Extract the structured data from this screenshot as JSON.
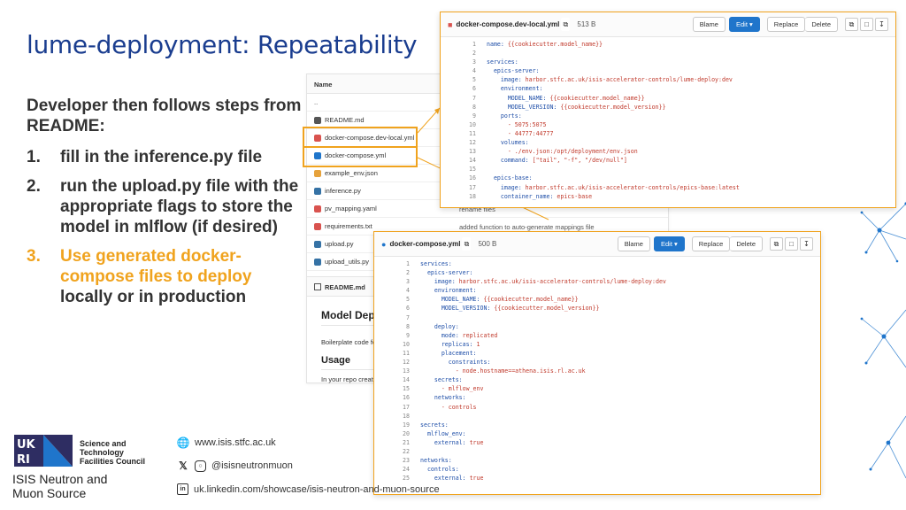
{
  "slide": {
    "title": "lume-deployment: Repeatability",
    "intro": "Developer then follows steps from README:",
    "steps": [
      {
        "num": "1.",
        "text": "fill in the inference.py file"
      },
      {
        "num": "2.",
        "text": "run the upload.py file with the appropriate flags to store the model in mlflow (if desired)"
      },
      {
        "num": "3.",
        "text_highlight": "Use generated docker-compose files to deploy",
        "text_rest": " locally or in production"
      }
    ],
    "accent_color": "#f0a31e",
    "title_color": "#1a3d8f"
  },
  "repo": {
    "header": "Name",
    "rows": [
      {
        "name": "..",
        "icon": "none",
        "commit": ""
      },
      {
        "name": "README.md",
        "icon": "markdown-icon",
        "commit": ""
      },
      {
        "name": "docker-compose.dev-local.yml",
        "icon": "file-icon",
        "commit": ""
      },
      {
        "name": "docker-compose.yml",
        "icon": "docker-icon",
        "commit": ""
      },
      {
        "name": "example_env.json",
        "icon": "json-icon",
        "commit": ""
      },
      {
        "name": "inference.py",
        "icon": "python-icon",
        "commit": ""
      },
      {
        "name": "pv_mapping.yaml",
        "icon": "file-icon",
        "commit": "rename files"
      },
      {
        "name": "requirements.txt",
        "icon": "file-icon",
        "commit": "added function to auto-generate mappings file"
      },
      {
        "name": "upload.py",
        "icon": "python-icon",
        "commit": ""
      },
      {
        "name": "upload_utils.py",
        "icon": "python-icon",
        "commit": ""
      }
    ],
    "readme_header": "README.md",
    "readme_title": "Model Dep",
    "readme_text": "Boilerplate code fo",
    "readme_usage": "Usage",
    "readme_usage_text": "In your repo create"
  },
  "panel_top": {
    "filename": "docker-compose.dev-local.yml",
    "size": "513 B",
    "buttons": {
      "blame": "Blame",
      "edit": "Edit",
      "replace": "Replace",
      "delete": "Delete"
    },
    "lines": [
      [
        "1",
        "name: {{cookiecutter.model_name}}"
      ],
      [
        "2",
        ""
      ],
      [
        "3",
        "services:"
      ],
      [
        "4",
        "  epics-server:"
      ],
      [
        "5",
        "    image: harbor.stfc.ac.uk/isis-accelerator-controls/lume-deploy:dev"
      ],
      [
        "6",
        "    environment:"
      ],
      [
        "7",
        "      MODEL_NAME: {{cookiecutter.model_name}}"
      ],
      [
        "8",
        "      MODEL_VERSION: {{cookiecutter.model_version}}"
      ],
      [
        "9",
        "    ports:"
      ],
      [
        "10",
        "      - 5075:5075"
      ],
      [
        "11",
        "      - 44777:44777"
      ],
      [
        "12",
        "    volumes:"
      ],
      [
        "13",
        "      - ./env.json:/opt/deployment/env.json"
      ],
      [
        "14",
        "    command: [\"tail\", \"-f\", \"/dev/null\"]"
      ],
      [
        "15",
        ""
      ],
      [
        "16",
        "  epics-base:"
      ],
      [
        "17",
        "    image: harbor.stfc.ac.uk/isis-accelerator-controls/epics-base:latest"
      ],
      [
        "18",
        "    container_name: epics-base"
      ]
    ]
  },
  "panel_bottom": {
    "filename": "docker-compose.yml",
    "size": "500 B",
    "buttons": {
      "blame": "Blame",
      "edit": "Edit",
      "replace": "Replace",
      "delete": "Delete"
    },
    "lines": [
      [
        "1",
        "services:"
      ],
      [
        "2",
        "  epics-server:"
      ],
      [
        "3",
        "    image: harbor.stfc.ac.uk/isis-accelerator-controls/lume-deploy:dev"
      ],
      [
        "4",
        "    environment:"
      ],
      [
        "5",
        "      MODEL_NAME: {{cookiecutter.model_name}}"
      ],
      [
        "6",
        "      MODEL_VERSION: {{cookiecutter.model_version}}"
      ],
      [
        "7",
        ""
      ],
      [
        "8",
        "    deploy:"
      ],
      [
        "9",
        "      mode: replicated"
      ],
      [
        "10",
        "      replicas: 1"
      ],
      [
        "11",
        "      placement:"
      ],
      [
        "12",
        "        constraints:"
      ],
      [
        "13",
        "          - node.hostname==athena.isis.rl.ac.uk"
      ],
      [
        "14",
        "    secrets:"
      ],
      [
        "15",
        "      - mlflow_env"
      ],
      [
        "16",
        "    networks:"
      ],
      [
        "17",
        "      - controls"
      ],
      [
        "18",
        ""
      ],
      [
        "19",
        "secrets:"
      ],
      [
        "20",
        "  mlflow_env:"
      ],
      [
        "21",
        "    external: true"
      ],
      [
        "22",
        ""
      ],
      [
        "23",
        "networks:"
      ],
      [
        "24",
        "  controls:"
      ],
      [
        "25",
        "    external: true"
      ]
    ]
  },
  "footer": {
    "ukri": "UK RI",
    "stfc": "Science and Technology Facilities Council",
    "isis": "ISIS Neutron and Muon Source",
    "website": "www.isis.stfc.ac.uk",
    "social": "@isisneutronmuon",
    "linkedin": "uk.linkedin.com/showcase/isis-neutron-and-muon-source"
  }
}
